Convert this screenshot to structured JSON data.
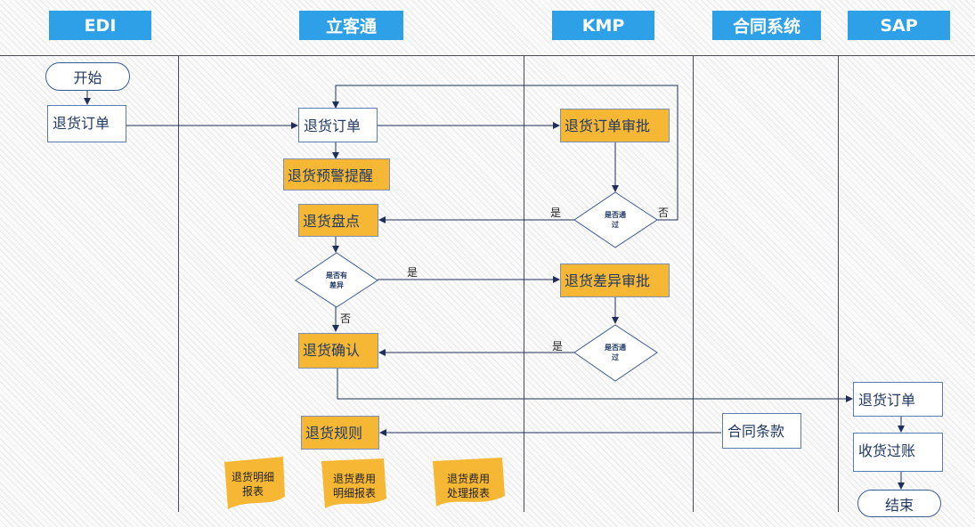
{
  "lanes": [
    {
      "name": "EDI"
    },
    {
      "name": "立客通"
    },
    {
      "name": "KMP"
    },
    {
      "name": "合同系统"
    },
    {
      "name": "SAP"
    }
  ],
  "nodes": {
    "start": "开始",
    "edi_return_order": "退货订单",
    "lkt_return_order": "退货订单",
    "lkt_warning": "退货预警提醒",
    "lkt_stocktake": "退货盘点",
    "lkt_confirm": "退货确认",
    "lkt_rules": "退货规则",
    "kmp_order_approval": "退货订单审批",
    "kmp_diff_approval": "退货差异审批",
    "contract_terms": "合同条款",
    "sap_return_order": "退货订单",
    "sap_receipt_posting": "收货过账",
    "end": "结束"
  },
  "decisions": {
    "kmp_pass_1": "是否通过",
    "lkt_diff": "是否有差异",
    "kmp_pass_2": "是否通过"
  },
  "edge_labels": {
    "pass1_yes": "是",
    "pass1_no": "否",
    "diff_yes": "是",
    "diff_no": "否",
    "pass2_yes": "是"
  },
  "documents": {
    "doc1_line1": "退货明细",
    "doc1_line2": "报表",
    "doc2_line1": "退货费用",
    "doc2_line2": "明细报表",
    "doc3_line1": "退货费用",
    "doc3_line2": "处理报表"
  },
  "colors": {
    "header_bg": "#2ea0e8",
    "task_fill": "#f6b834",
    "line": "#1f2f5a"
  }
}
